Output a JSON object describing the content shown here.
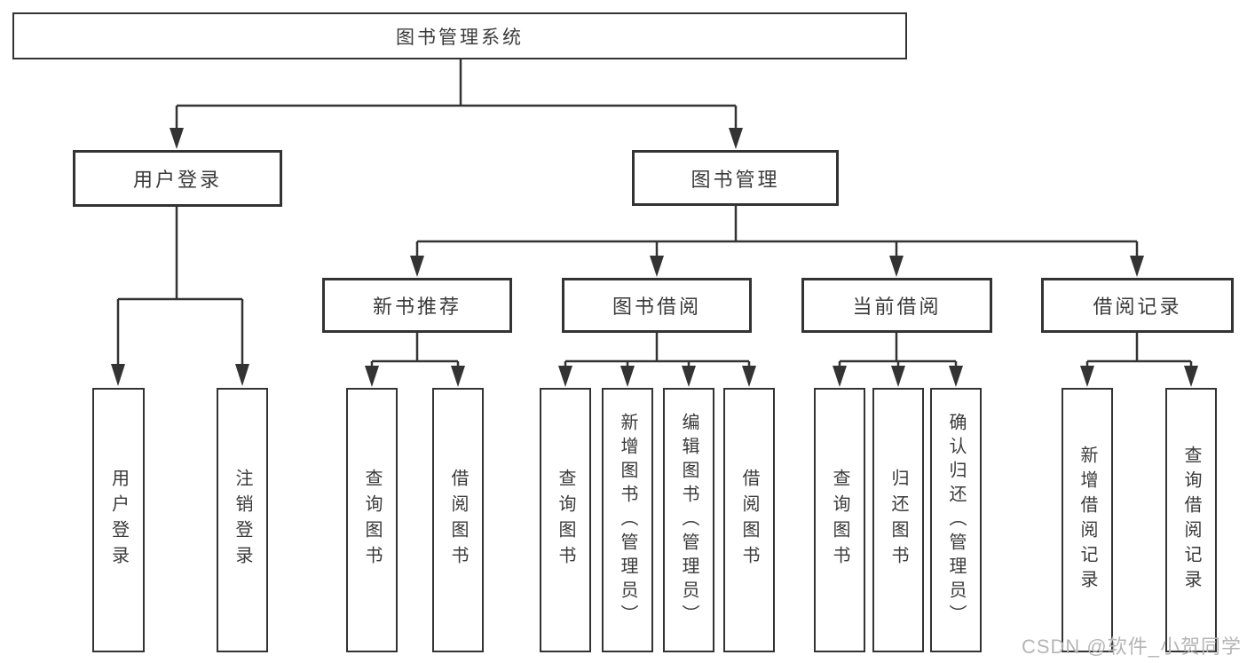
{
  "diagram": {
    "title": "图书管理系统",
    "nodes": {
      "root": "图书管理系统",
      "user_login": "用户登录",
      "book_mgmt": "图书管理",
      "new_book_rec": "新书推荐",
      "book_borrow": "图书借阅",
      "current_borrow": "当前借阅",
      "borrow_records": "借阅记录",
      "leaves": {
        "user": [
          "用户登录",
          "注销登录"
        ],
        "recommend": [
          "查询图书",
          "借阅图书"
        ],
        "borrow": [
          "查询图书",
          "新增图书（管理员）",
          "编辑图书（管理员）",
          "借阅图书"
        ],
        "current": [
          "查询图书",
          "归还图书",
          "确认归还（管理员）"
        ],
        "records": [
          "新增借阅记录",
          "查询借阅记录"
        ]
      }
    },
    "colors": {
      "line": "#333333",
      "text": "#3a3a3a",
      "background": "#ffffff",
      "watermark": "#b5b5b5"
    }
  },
  "watermark": "CSDN @软件_小贺同学"
}
